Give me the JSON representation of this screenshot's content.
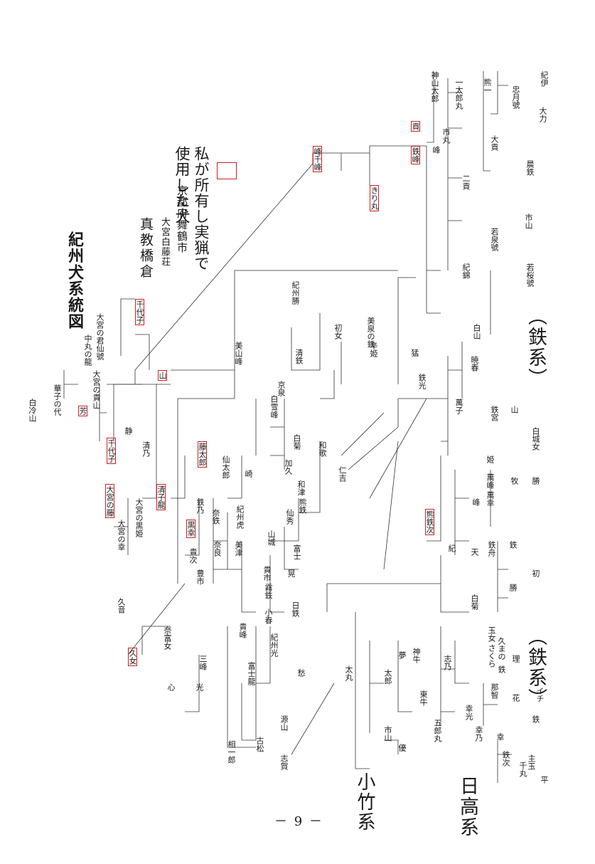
{
  "title": "紀州犬系統図",
  "author": "真教橋倉",
  "author_role": "",
  "place": "京都府舞鶴市",
  "place2": "大宮白藤荘",
  "note_line1": "私が所有し実猟で",
  "note_line2": "使用した犬",
  "section_labels": {
    "tetsu_top": "（鉄系）",
    "tetsu_mid": "（鉄系）",
    "hidaka": "日高系",
    "kotake": "小竹系"
  },
  "page_number": "－ 9 －",
  "nodes": [
    {
      "text": "紀伊"
    },
    {
      "text": "神山太郎"
    },
    {
      "text": "一太郎丸"
    },
    {
      "text": "熊一"
    },
    {
      "text": "忠月號"
    },
    {
      "text": "大力"
    },
    {
      "text": "市丸"
    },
    {
      "text": "大貢"
    },
    {
      "text": "二貢"
    },
    {
      "text": "鉄峰"
    },
    {
      "text": "貢"
    },
    {
      "text": "峰"
    },
    {
      "text": "晨鉄"
    },
    {
      "text": "峰千峰"
    },
    {
      "text": "きり丸"
    },
    {
      "text": "市山"
    },
    {
      "text": "若泉號"
    },
    {
      "text": "紀錦"
    },
    {
      "text": "若桜號"
    },
    {
      "text": "白山"
    },
    {
      "text": "紀州勝"
    },
    {
      "text": "千代子"
    },
    {
      "text": "大宮の君仙號"
    },
    {
      "text": "中丸の龍"
    },
    {
      "text": "山"
    },
    {
      "text": "大宮の貴山"
    },
    {
      "text": "華子の代"
    },
    {
      "text": "白冷山"
    },
    {
      "text": "芳"
    },
    {
      "text": "静"
    },
    {
      "text": "千代子"
    },
    {
      "text": "清乃"
    },
    {
      "text": "大宮の藤"
    },
    {
      "text": "大宮の黒姫"
    },
    {
      "text": "大宮の幸"
    },
    {
      "text": "清子龍"
    },
    {
      "text": "藤太郎"
    },
    {
      "text": "仙太郎"
    },
    {
      "text": "美山峰"
    },
    {
      "text": "清鉄"
    },
    {
      "text": "初女"
    },
    {
      "text": "京泉"
    },
    {
      "text": "美泉の鉄"
    },
    {
      "text": "辛姫"
    },
    {
      "text": "猛"
    },
    {
      "text": "鉄光"
    },
    {
      "text": "暁春"
    },
    {
      "text": "白雪峰"
    },
    {
      "text": "和歌"
    },
    {
      "text": "白菊"
    },
    {
      "text": "加久"
    },
    {
      "text": "和津"
    },
    {
      "text": "仁吉"
    },
    {
      "text": "崎"
    },
    {
      "text": "鉄宮"
    },
    {
      "text": "萬子"
    },
    {
      "text": "山"
    },
    {
      "text": "白城女"
    },
    {
      "text": "姫"
    },
    {
      "text": "萬峰"
    },
    {
      "text": "牧"
    },
    {
      "text": "勝"
    },
    {
      "text": "萬幸"
    },
    {
      "text": "峰"
    },
    {
      "text": "熊鉄次"
    },
    {
      "text": "紀"
    },
    {
      "text": "天"
    },
    {
      "text": "鉄舟"
    },
    {
      "text": "鉄"
    },
    {
      "text": "初"
    },
    {
      "text": "勝"
    },
    {
      "text": "白菊"
    },
    {
      "text": "玉女"
    },
    {
      "text": "久まの"
    },
    {
      "text": "さくら"
    },
    {
      "text": "理"
    },
    {
      "text": "鉄"
    },
    {
      "text": "イチ"
    },
    {
      "text": "那智"
    },
    {
      "text": "花"
    },
    {
      "text": "鉄"
    },
    {
      "text": "幸"
    },
    {
      "text": "幸光"
    },
    {
      "text": "幸乃"
    },
    {
      "text": "志乃"
    },
    {
      "text": "神牛"
    },
    {
      "text": "東牛"
    },
    {
      "text": "夢"
    },
    {
      "text": "太丸"
    },
    {
      "text": "市山"
    },
    {
      "text": "太郎"
    },
    {
      "text": "優"
    },
    {
      "text": "相一郎"
    },
    {
      "text": "古松"
    },
    {
      "text": "源山"
    },
    {
      "text": "志賀"
    },
    {
      "text": "光"
    },
    {
      "text": "心"
    },
    {
      "text": "久女"
    },
    {
      "text": "奈富女"
    },
    {
      "text": "三峰"
    },
    {
      "text": "紀州光"
    },
    {
      "text": "愁"
    },
    {
      "text": "小春"
    },
    {
      "text": "日鉄"
    },
    {
      "text": "晃"
    },
    {
      "text": "霧鉄"
    },
    {
      "text": "貴市"
    },
    {
      "text": "貴峰"
    },
    {
      "text": "富士龍"
    },
    {
      "text": "富士"
    },
    {
      "text": "山城"
    },
    {
      "text": "奈良"
    },
    {
      "text": "美津"
    },
    {
      "text": "熊鉄"
    },
    {
      "text": "紀州虎"
    },
    {
      "text": "仙秀"
    },
    {
      "text": "黒幸"
    },
    {
      "text": "奈鉄"
    },
    {
      "text": "鉄乃"
    },
    {
      "text": "貴次"
    },
    {
      "text": "豊市"
    },
    {
      "text": "久音"
    },
    {
      "text": "五郎丸"
    },
    {
      "text": "平"
    },
    {
      "text": "千丸"
    },
    {
      "text": "主玉"
    },
    {
      "text": "鉄次"
    }
  ]
}
